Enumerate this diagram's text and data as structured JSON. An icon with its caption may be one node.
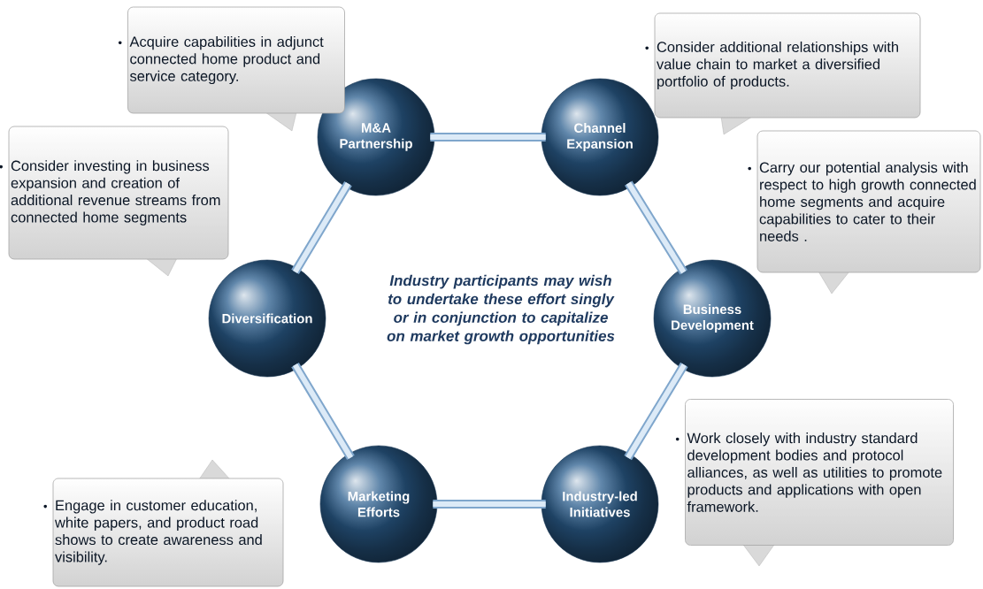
{
  "diagram": {
    "nodes": [
      {
        "text": [
          "M&A Partnership"
        ]
      },
      {
        "text": [
          "Channel Expansion"
        ]
      },
      {
        "text": [
          "Business Development"
        ]
      },
      {
        "text": [
          "Industry-led Initiatives"
        ]
      },
      {
        "text": [
          "Marketing Efforts"
        ]
      },
      {
        "text": [
          "Diversification"
        ]
      },
      {
        "text": [
          "Acquire capabilities in adjunct connected home product and service category."
        ]
      },
      {
        "text": [
          "Consider additional relationships with value chain to market a diversified portfolio of products."
        ]
      },
      {
        "text": [
          "Consider investing in business expansion and creation of additional revenue streams from connected home segments"
        ]
      },
      {
        "text": [
          "Carry our potential analysis with respect to high growth connected home segments and acquire capabilities to cater to their needs ."
        ]
      },
      {
        "text": [
          "Engage  in customer education, white papers, and product road shows to create awareness and visibility."
        ]
      },
      {
        "text": [
          "Work closely with industry standard development bodies and protocol alliances, as well as utilities to promote products and applications  with open framework."
        ]
      }
    ],
    "edges": [
      {
        "from": 0,
        "to": 1,
        "arrow": "none"
      },
      {
        "from": 1,
        "to": 2,
        "arrow": "none"
      },
      {
        "from": 2,
        "to": 3,
        "arrow": "none"
      },
      {
        "from": 3,
        "to": 4,
        "arrow": "none"
      },
      {
        "from": 4,
        "to": 5,
        "arrow": "none"
      },
      {
        "from": 5,
        "to": 0,
        "arrow": "none"
      }
    ],
    "labels": [
      "Industry participants may wish to undertake these effort singly or in conjunction to capitalize on market growth opportunities"
    ]
  }
}
